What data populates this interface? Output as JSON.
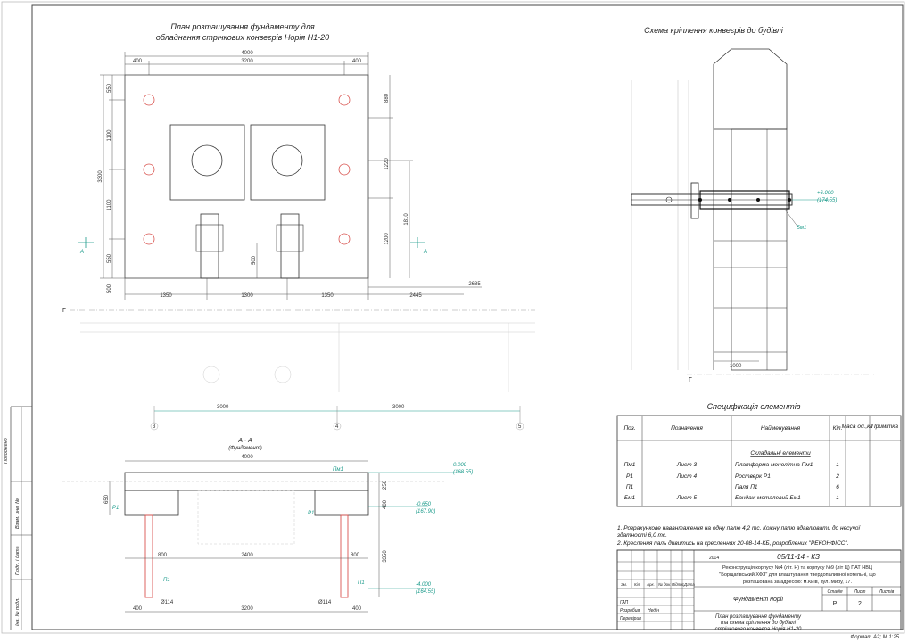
{
  "plan": {
    "title_line1": "План розташування фундаменту для",
    "title_line2": "обладнання стрічкових конвеєрів Норія Н1-20",
    "dims_top": [
      "400",
      "4000",
      "3200",
      "400"
    ],
    "dims_left": [
      "3300",
      "550",
      "1100",
      "1100",
      "550",
      "500"
    ],
    "dims_right": [
      "880",
      "1220",
      "1200",
      "1810"
    ],
    "dims_bottom": [
      "1350",
      "1300",
      "1350",
      "2445",
      "2685"
    ],
    "dim_inner": "500",
    "section_mark": "А",
    "grid_g": "Г",
    "axes_dims": [
      "3000",
      "3000"
    ],
    "axes_labels": [
      "3",
      "4",
      "5"
    ]
  },
  "scheme": {
    "title": "Схема кріплення конвеєрів до будівлі",
    "level_mark": "+6.000",
    "level_abs": "(174.55)",
    "bm_label": "Бм1",
    "dim_bottom": "1000",
    "grid_g": "Г"
  },
  "section": {
    "title": "А - А",
    "subtitle": "(Фундамент)",
    "dim_top": "4000",
    "pm_label": "Пм1",
    "p1_label": "Р1",
    "pile_label": "П1",
    "levels": [
      "0.000",
      "(168.55)",
      "-0.650",
      "(167.90)",
      "-4.000",
      "(164.55)"
    ],
    "dims_side": [
      "650",
      "250",
      "400",
      "3350"
    ],
    "dims_mid": [
      "800",
      "2400",
      "800"
    ],
    "dims_bottom": [
      "400",
      "3200",
      "400"
    ],
    "pile_dia": "Ø114"
  },
  "spec": {
    "title": "Специфікація елементів",
    "headers": [
      "Поз.",
      "Позначення",
      "Найменування",
      "Кіл.",
      "Маса од.,кг",
      "Примітка"
    ],
    "group_title": "Складальні елементи",
    "rows": [
      {
        "pos": "Пм1",
        "des": "Лист  3",
        "name": "Платформа монолітна Пм1",
        "qty": "1"
      },
      {
        "pos": "Р1",
        "des": "Лист  4",
        "name": "Ростверк Р1",
        "qty": "2"
      },
      {
        "pos": "П1",
        "des": "",
        "name": "Паля П1",
        "qty": "6"
      },
      {
        "pos": "Бм1",
        "des": "Лист  5",
        "name": "Бандаж металевий Бм1",
        "qty": "1"
      }
    ]
  },
  "notes": [
    "1.  Розрахункове навантаження на одну палю 4,2 тс. Кожну палю вдавлювати до несучої",
    "     здатності 6,0 тс.",
    "2.  Креслення паль дивитись на кресленнях 20-08-14-КБ, розроблених \"РЕКОНФІСС\"."
  ],
  "stamp": {
    "code": "05/11-14 - КЗ",
    "year": "2014",
    "project_l1": "Реконструкція корпусу №4 (літ. Н) та корпусу №9 (літ Ц) ПАТ  НВЦ",
    "project_l2": "\"Борщагівський  ХФЗ\" для влаштування твердопаливної котельні, що",
    "project_l3": "розташована за адресою: м.Київ, вул. Миру, 17.",
    "cols": [
      "Зм.",
      "Кіл.",
      "Арк.",
      "№ док.",
      "Підпис",
      "Дата"
    ],
    "roles": [
      "ГАП",
      "Розробив",
      "Перевірив"
    ],
    "designer": "Недін",
    "building": "Фундамент норії",
    "stage_h": "Стадія",
    "sheet_h": "Лист",
    "sheets_h": "Листів",
    "stage": "Р",
    "sheet": "2",
    "desc_l1": "План розташування фундаменту",
    "desc_l2": "та схема кріплення до будівлі",
    "desc_l3": "стрічкового конвеєра Норія Н1-20",
    "format": "Формат А2; М 1:25"
  },
  "margin": {
    "labels": [
      "Погоджено",
      "Взам. инв. №",
      "Подп. і дата",
      "Інв. № подл."
    ]
  }
}
